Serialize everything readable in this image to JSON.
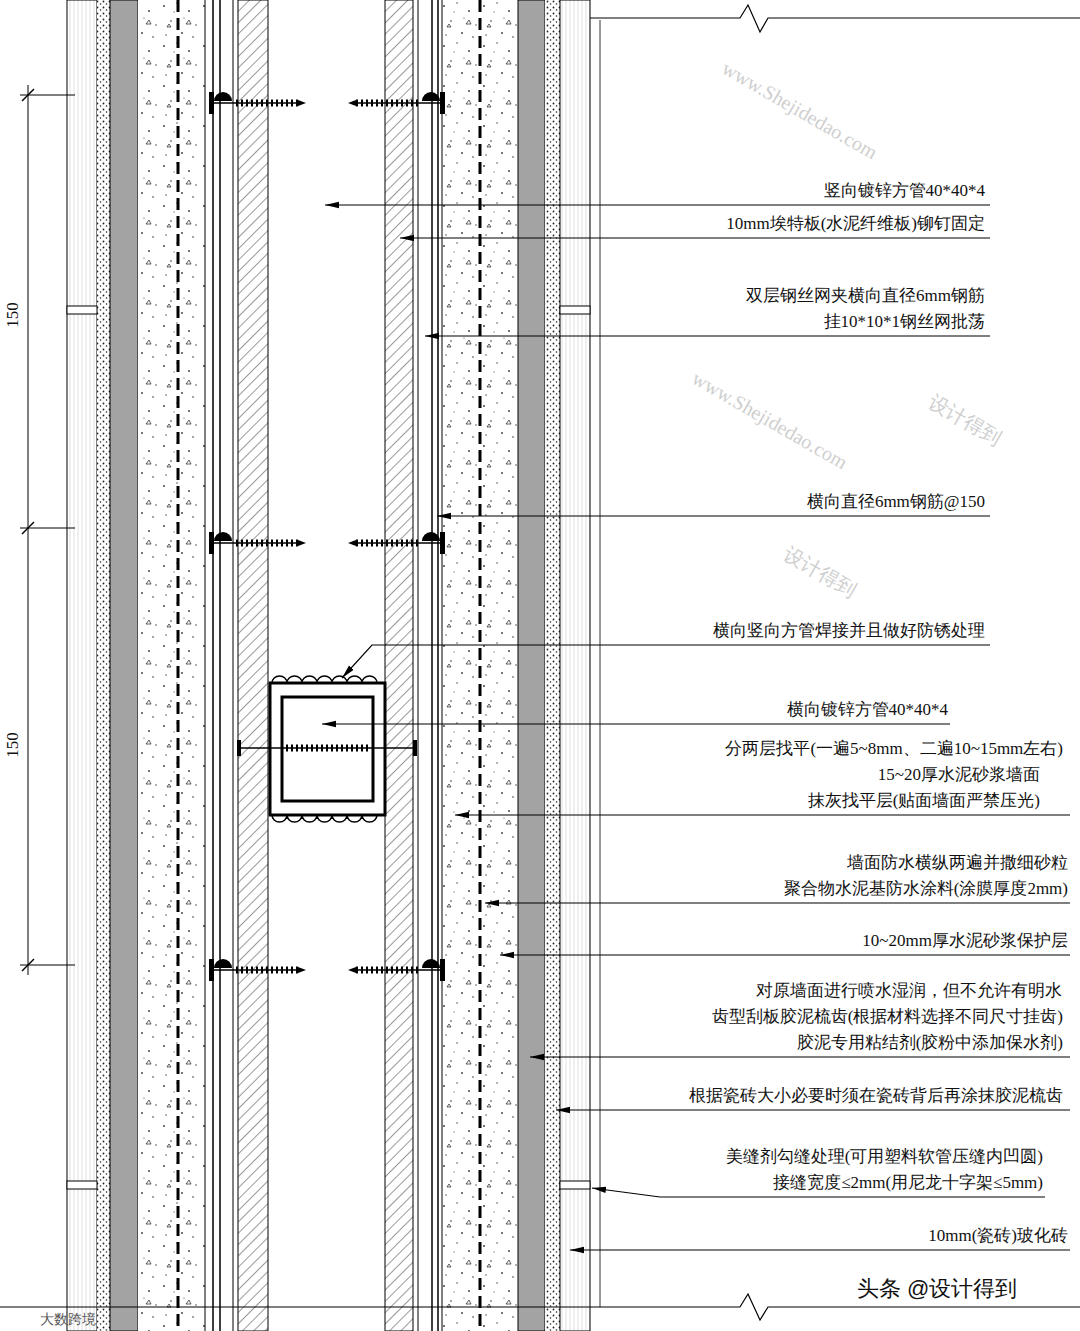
{
  "diagram": {
    "labels": [
      "竖向镀锌方管40*40*4",
      "10mm埃特板(水泥纤维板)铆钉固定",
      "双层钢丝网夹横向直径6mm钢筋",
      "挂10*10*1钢丝网批荡",
      "横向直径6mm钢筋@150",
      "横向竖向方管焊接并且做好防锈处理",
      "横向镀锌方管40*40*4",
      "分两层找平(一遍5~8mm、二遍10~15mm左右)",
      "15~20厚水泥砂浆墙面",
      "抹灰找平层(贴面墙面严禁压光)",
      "墙面防水横纵两遍并撒细砂粒",
      "聚合物水泥基防水涂料(涂膜厚度2mm)",
      "10~20mm厚水泥砂浆保护层",
      "对原墙面进行喷水湿润，但不允许有明水",
      "齿型刮板胶泥梳齿(根据材料选择不同尺寸挂齿)",
      "胶泥专用粘结剂(胶粉中添加保水剂)",
      "根据瓷砖大小必要时须在瓷砖背后再涂抹胶泥梳齿",
      "美缝剂勾缝处理(可用塑料软管压缝内凹圆)",
      "接缝宽度≤2mm(用尼龙十字架≤5mm)",
      "10mm(瓷砖)玻化砖",
      "150",
      "150",
      "头条 @设计得到",
      "大数跨境",
      "www.Shejidedao.com",
      "设计得到",
      "www.Shejidedao.com",
      "设计得到"
    ]
  }
}
